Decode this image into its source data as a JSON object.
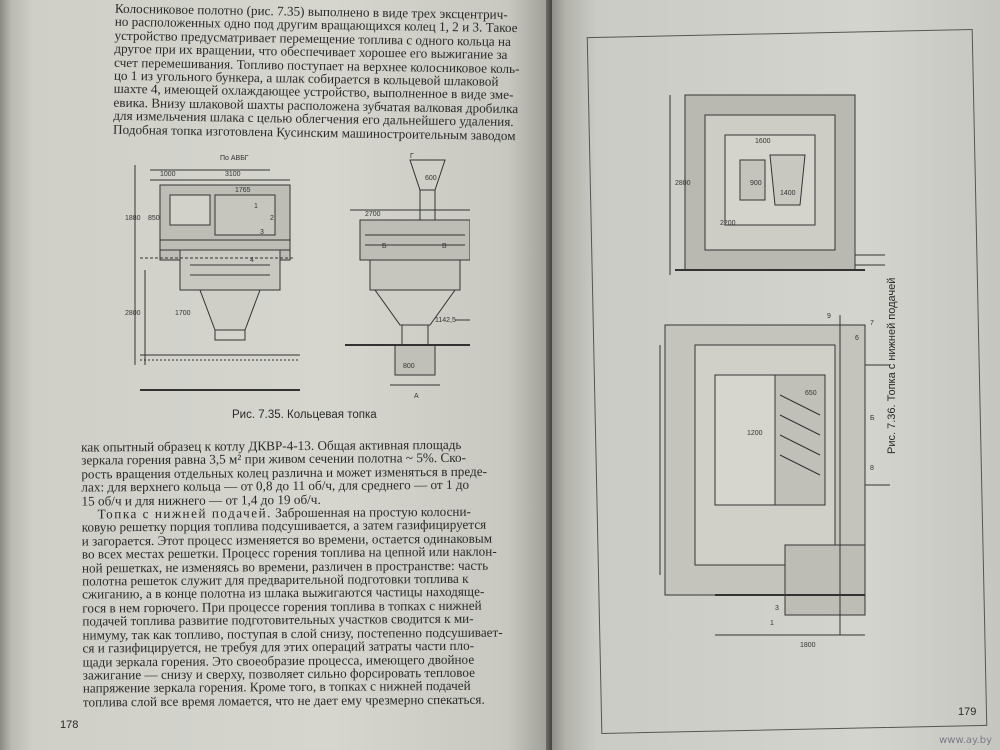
{
  "left_page": {
    "top_paragraph_lines": [
      "Колосниковое полотно (рис. 7.35) выполнено в виде трех эксцентрич-",
      "но расположенных одно под другим вращающихся колец 1, 2 и 3. Такое",
      "устройство предусматривает перемещение топлива с одного кольца на",
      "другое при их вращении, что обеспечивает хорошее его выжигание за",
      "счет перемешивания. Топливо поступает на верхнее колосниковое коль-",
      "цо 1 из угольного бункера, а шлак собирается в кольцевой шлаковой",
      "шахте 4, имеющей охлаждающее устройство, выполненное в виде зме-",
      "евика. Внизу шлаковой шахты расположена зубчатая валковая дробилка",
      "для измельчения шлака с целью облегчения его дальнейшего удаления.",
      "Подобная топка изготовлена Кусинским машиностроительным заводом"
    ],
    "figure_caption": "Рис. 7.35. Кольцевая топка",
    "figure_labels": {
      "top_note": "По АВБГ",
      "d1000": "1000",
      "d3100": "3100",
      "d1765": "1765",
      "d1880": "1880",
      "d850": "850",
      "d2800": "2800",
      "d1700": "1700",
      "label_g": "Г",
      "d600": "600",
      "d2700": "2700",
      "d1142": "1142,5",
      "d800": "800",
      "label_a": "А",
      "label_b": "Б",
      "label_v": "В",
      "n1": "1",
      "n2": "2",
      "n3": "3",
      "n4": "4"
    },
    "bottom_paragraph_lines": [
      "как опытный образец к котлу ДКВР-4-13. Общая активная площадь",
      "зеркала горения равна 3,5 м² при живом сечении полотна ~ 5%. Ско-",
      "рость вращения отдельных колец различна и может изменяться в преде-",
      "лах: для верхнего кольца — от 0,8 до 11 об/ч, для среднего — от 1 до",
      "15 об/ч и для нижнего — от 1,4 до 19 об/ч."
    ],
    "section_heading": "Топка с нижней подачей.",
    "section_lines": [
      "Заброшенная на простую колосни-",
      "ковую решетку порция топлива подсушивается, а затем газифицируется",
      "и загорается. Этот процесс изменяется во времени, остается одинаковым",
      "во всех местах решетки. Процесс горения топлива на цепной или наклон-",
      "ной решетках, не изменяясь во времени, различен в пространстве: часть",
      "полотна решеток служит для предварительной подготовки топлива к",
      "сжиганию, а в конце полотна из шлака выжигаются частицы находяще-",
      "гося в нем горючего. При процессе горения топлива в топках с нижней",
      "подачей топлива развитие подготовительных участков сводится к ми-",
      "нимуму, так как топливо, поступая в слой снизу, постепенно подсушивает-",
      "ся и газифицируется, не требуя для этих операций затраты части пло-",
      "щади зеркала горения. Это своеобразие процесса, имеющего двойное",
      "зажигание — снизу и сверху, позволяет сильно форсировать тепловое",
      "напряжение зеркала горения. Кроме того, в топках с нижней подачей",
      "топлива слой все время ломается, что не дает ему чрезмерно спекаться."
    ],
    "page_number": "178"
  },
  "right_page": {
    "figure_caption": "Рис. 7.36. Топка с нижней подачей",
    "figure_labels": {
      "d1200": "1200",
      "d1800": "1800",
      "d2800": "2800",
      "d2200": "2200",
      "d900": "900",
      "d1600": "1600",
      "d1400": "1400",
      "d650": "650",
      "n8": "8",
      "n9": "9",
      "n7": "7",
      "n6": "6",
      "n3": "3",
      "n1": "1",
      "lbl_b": "Б"
    },
    "page_number": "179"
  },
  "watermark": "www.ay.by"
}
